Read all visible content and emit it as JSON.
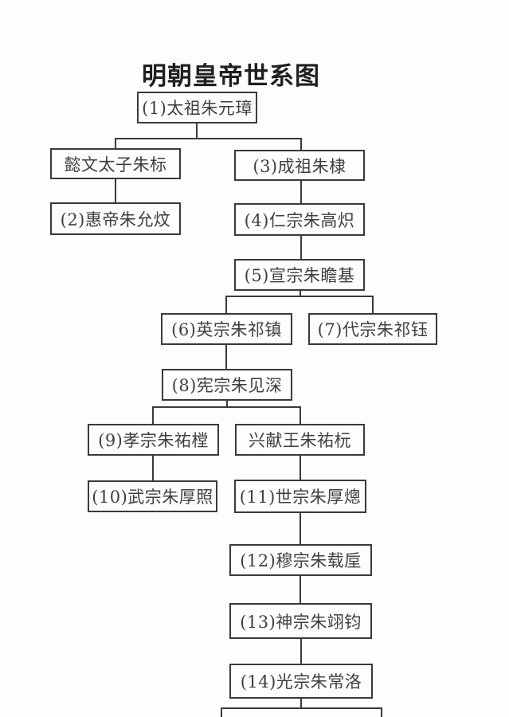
{
  "title": "明朝皇帝世系图",
  "colors": {
    "line": "#3a3a3a",
    "text": "#3f3f3f",
    "background": "#fdfdfd"
  },
  "nodes": [
    {
      "id": "taizu",
      "label": "(1)太祖朱元璋"
    },
    {
      "id": "yiwen-taizi",
      "label": "懿文太子朱标"
    },
    {
      "id": "chengzu",
      "label": "(3)成祖朱棣"
    },
    {
      "id": "huidi",
      "label": "(2)惠帝朱允炆"
    },
    {
      "id": "renzong",
      "label": "(4)仁宗朱高炽"
    },
    {
      "id": "xuanzong",
      "label": "(5)宣宗朱瞻基"
    },
    {
      "id": "yingzong",
      "label": "(6)英宗朱祁镇"
    },
    {
      "id": "daizong",
      "label": "(7)代宗朱祁钰"
    },
    {
      "id": "xianzong",
      "label": "(8)宪宗朱见深"
    },
    {
      "id": "xiaozong",
      "label": "(9)孝宗朱祐樘"
    },
    {
      "id": "xingxian-wang",
      "label": "兴献王朱祐杬"
    },
    {
      "id": "wuzong",
      "label": "(10)武宗朱厚照"
    },
    {
      "id": "shizong",
      "label": "(11)世宗朱厚熜"
    },
    {
      "id": "muzong",
      "label": "(12)穆宗朱载垕"
    },
    {
      "id": "shenzong",
      "label": "(13)神宗朱翊钧"
    },
    {
      "id": "guangzong",
      "label": "(14)光宗朱常洛"
    },
    {
      "id": "next-partial",
      "label": ""
    }
  ]
}
